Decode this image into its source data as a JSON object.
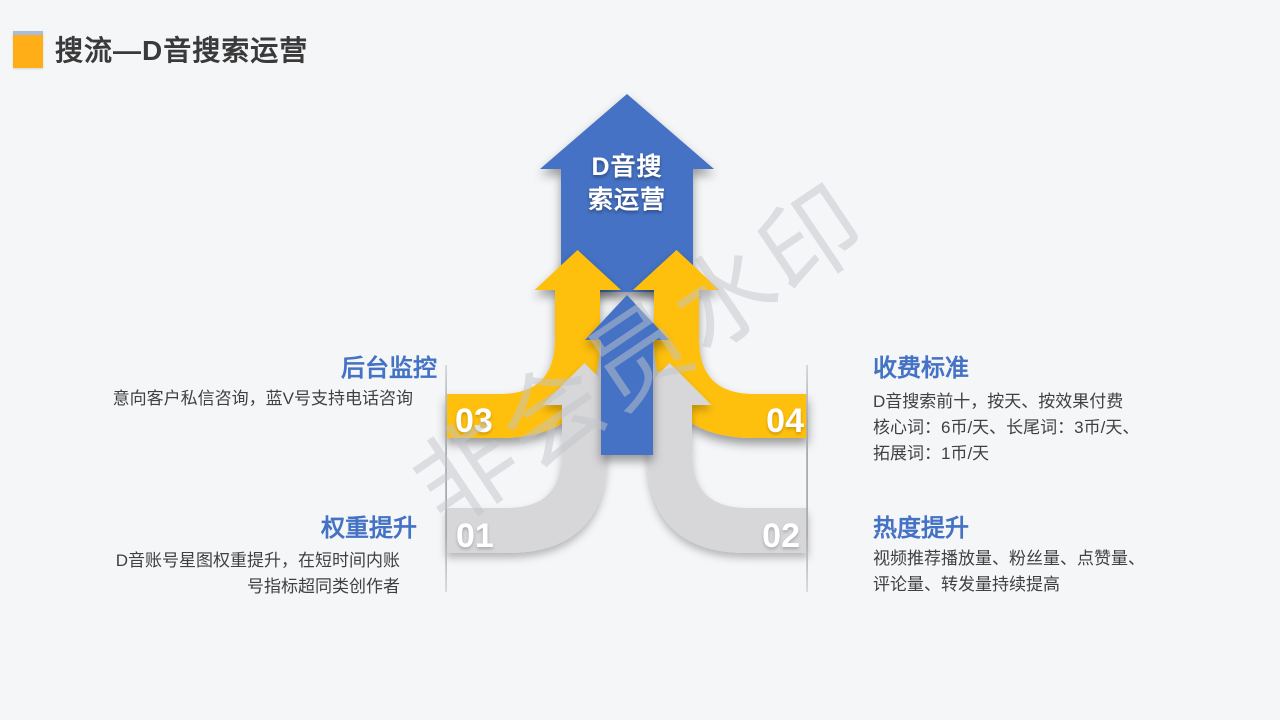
{
  "slide": {
    "title": "搜流—D音搜索运营",
    "watermark": "非会员水印",
    "center_arrow": {
      "label_lines": [
        "D音搜",
        "索运营"
      ]
    },
    "sections": {
      "backstage": {
        "number": "03",
        "heading": "后台监控",
        "body": [
          "意向客户私信咨询，蓝V号支持电话咨询"
        ]
      },
      "pricing": {
        "number": "04",
        "heading": "收费标准",
        "body": [
          "D音搜索前十，按天、按效果付费",
          "核心词：6币/天、长尾词：3币/天、",
          "拓展词：1币/天"
        ]
      },
      "weight": {
        "number": "01",
        "heading": "权重提升",
        "body": [
          "D音账号星图权重提升，在短时间内账",
          "号指标超同类创作者"
        ]
      },
      "heat": {
        "number": "02",
        "heading": "热度提升",
        "body": [
          "视频推荐播放量、粉丝量、点赞量、",
          "评论量、转发量持续提高"
        ]
      }
    },
    "colors": {
      "background": "#F5F6F8",
      "arrow_blue": "#4472C4",
      "arrow_yellow": "#FFC00A",
      "arrow_gray": "#D7D7D9",
      "heading_blue": "#4472C4",
      "body_text": "#404040",
      "title_text": "#3A3A3A",
      "title_square_orange": "#FFAE17",
      "number_white": "#FFFFFF"
    }
  }
}
